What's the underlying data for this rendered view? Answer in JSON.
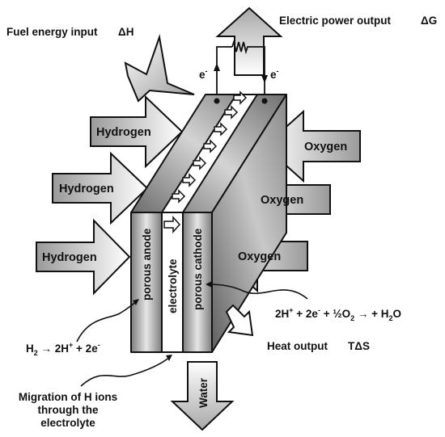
{
  "labels": {
    "fuel_input": "Fuel energy input",
    "fuel_input_symbol": "ΔH",
    "power_output": "Electric power output",
    "power_output_symbol": "ΔG",
    "electron_left": "e",
    "electron_right": "e",
    "electron_sup": "-",
    "hydrogen": [
      "Hydrogen",
      "Hydrogen",
      "Hydrogen"
    ],
    "oxygen": [
      "Oxygen",
      "Oxygen",
      "Oxygen"
    ],
    "anode": "porous anode",
    "electrolyte": "electrolyte",
    "cathode": "porous cathode",
    "anode_reaction": {
      "h2": "H",
      "h2_sub": "2",
      "arrow_part": " → 2H",
      "plus_sup": "+",
      "rest": " + 2e",
      "e_sup": "-"
    },
    "cathode_reaction": {
      "a": "2H",
      "a_sup": "+",
      "b": " + 2e",
      "b_sup": "-",
      "c": " + ½O",
      "c_sub": "2",
      "d": " → + H",
      "d_sub": "2",
      "e": "O"
    },
    "heat_output": "Heat output",
    "heat_output_symbol": "TΔS",
    "water": "Water",
    "migration": [
      "Migration of H ions",
      "through the",
      "electrolyte"
    ]
  }
}
